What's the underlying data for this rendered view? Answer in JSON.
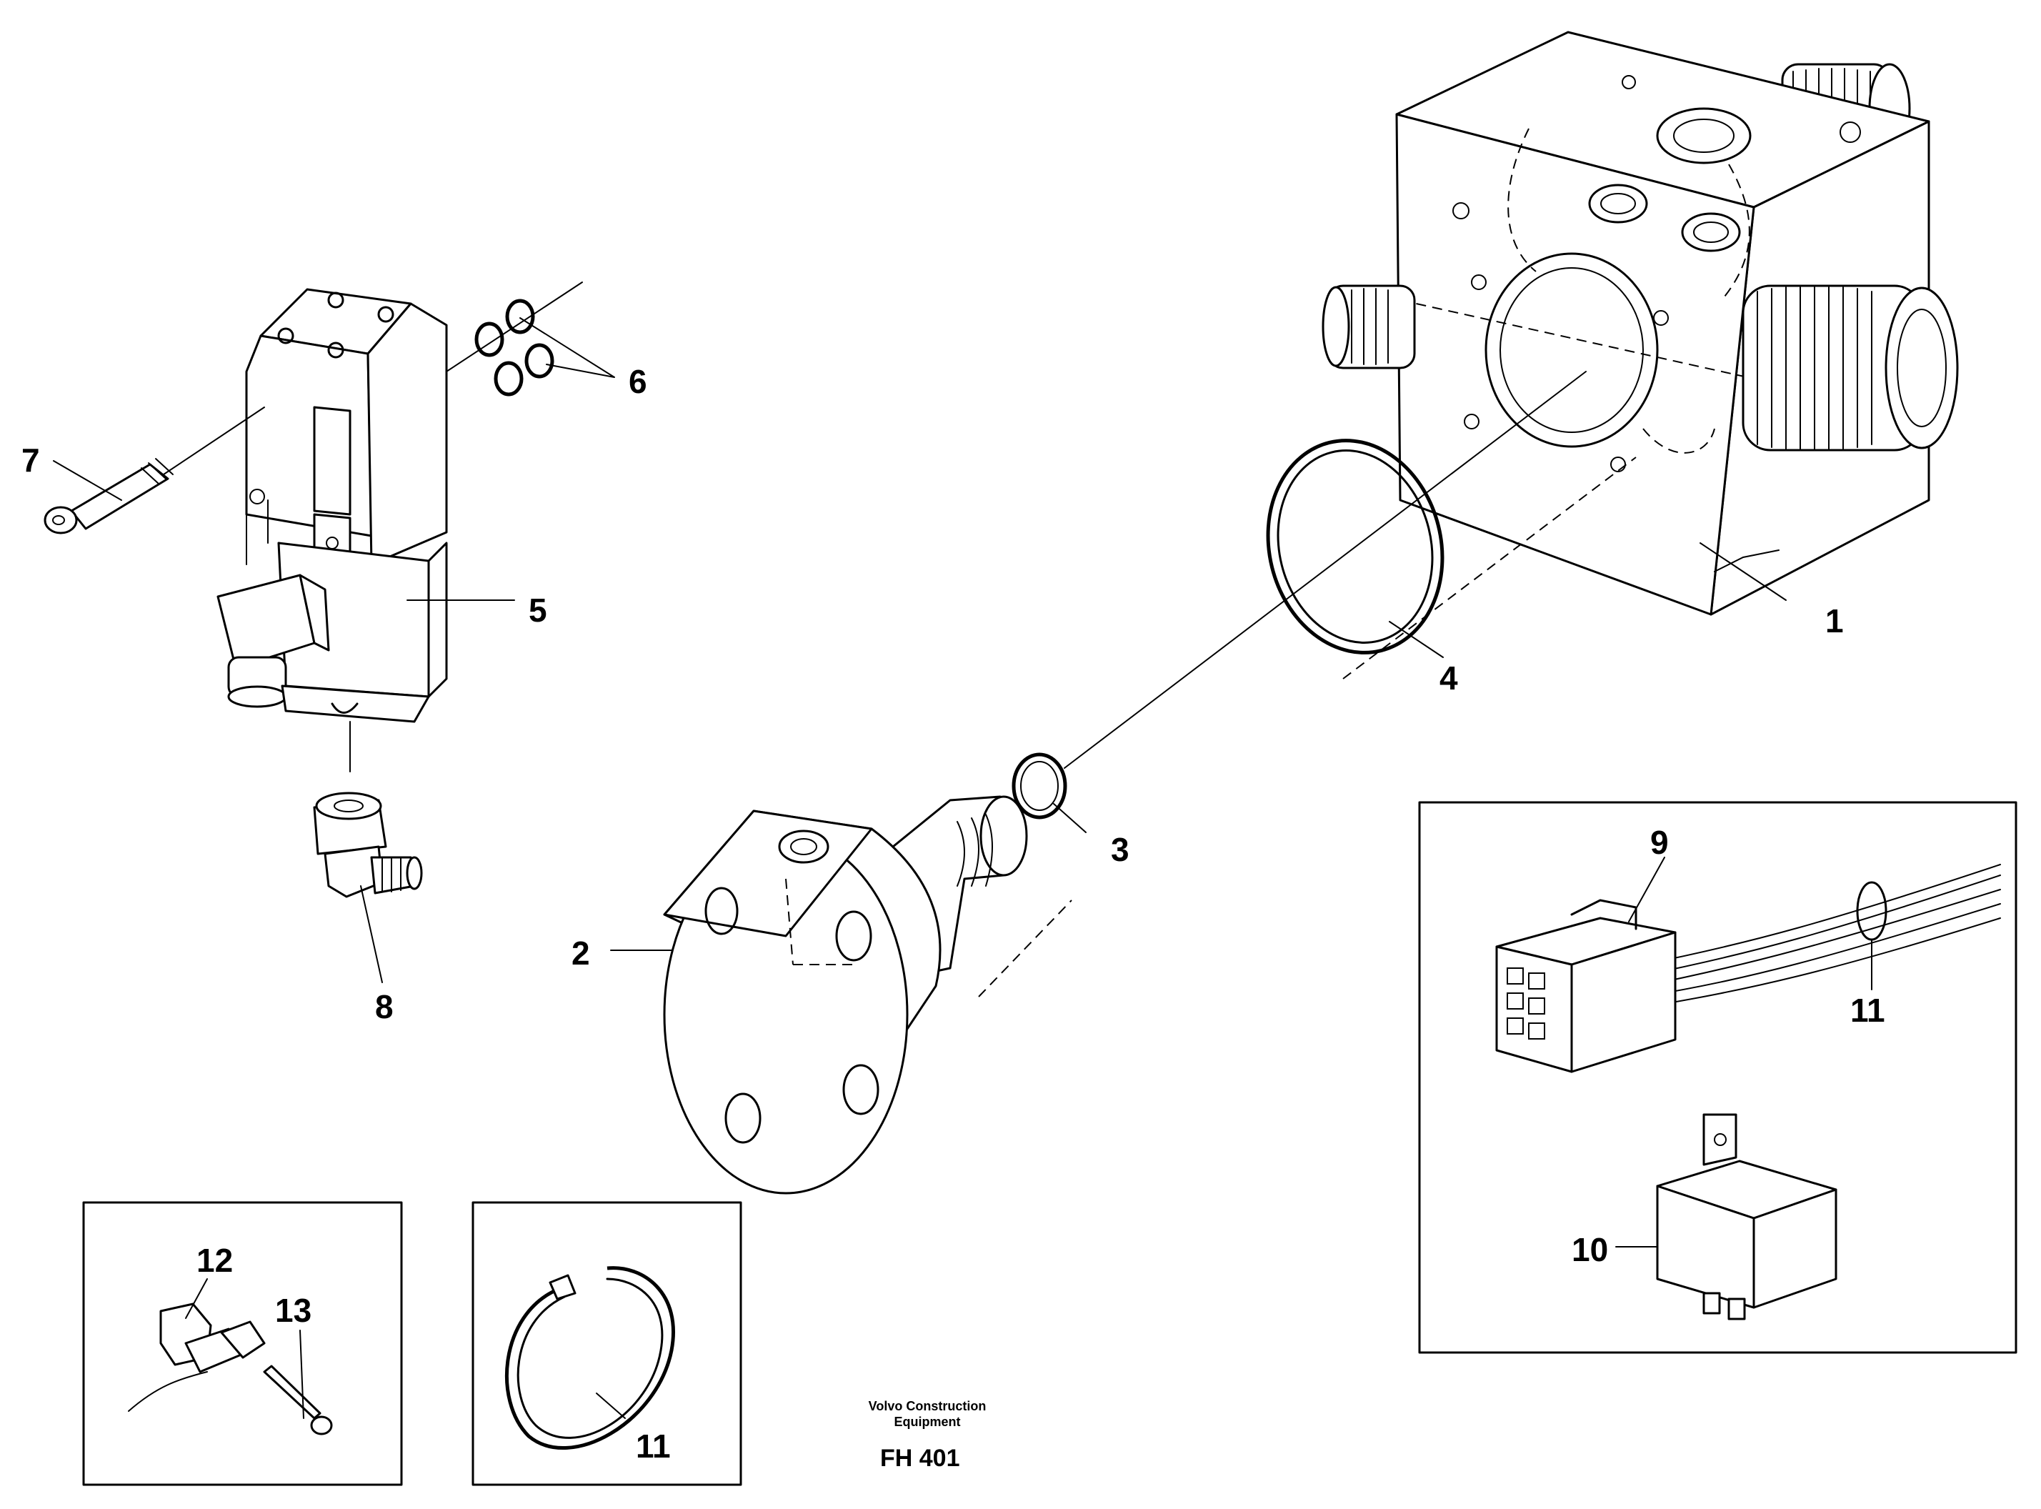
{
  "callouts": {
    "c1": "1",
    "c2": "2",
    "c3": "3",
    "c4": "4",
    "c5": "5",
    "c6": "6",
    "c7": "7",
    "c8": "8",
    "c9": "9",
    "c10": "10",
    "c11a": "11",
    "c11b": "11",
    "c12": "12",
    "c13": "13"
  },
  "publisher": {
    "line1": "Volvo Construction",
    "line2": "Equipment"
  },
  "drawing_code": "FH 401"
}
